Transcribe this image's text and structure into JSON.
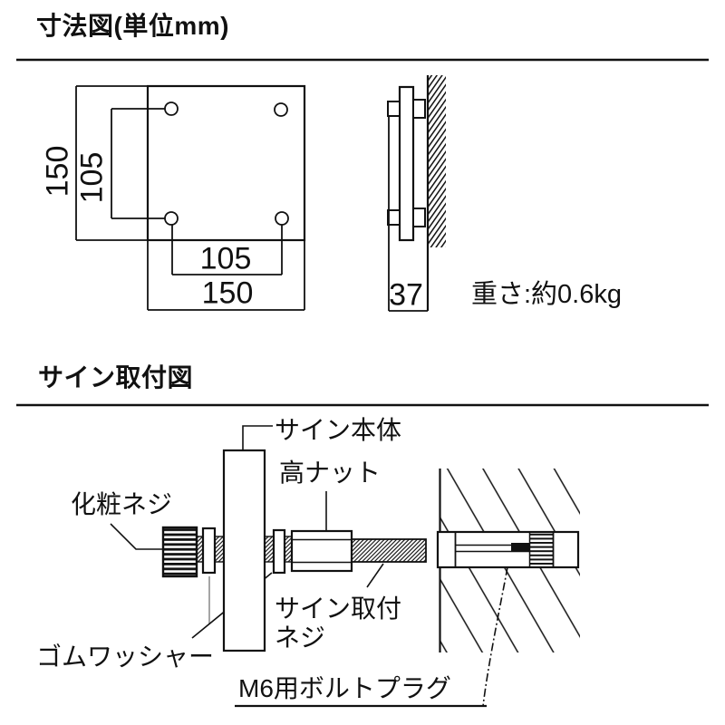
{
  "colors": {
    "ink": "#111111",
    "background": "#ffffff",
    "leader_gray": "#9b9b9b"
  },
  "section1": {
    "title": "寸法図(単位mm)",
    "front_view": {
      "dim_outer_height": "150",
      "dim_inner_height": "105",
      "dim_inner_width": "105",
      "dim_outer_width": "150"
    },
    "side_view": {
      "dim_depth": "37"
    },
    "weight_text": "重さ:約0.6kg"
  },
  "section2": {
    "title": "サイン取付図",
    "labels": {
      "sign_body": "サイン本体",
      "high_nut": "高ナット",
      "decorative_screw": "化粧ネジ",
      "rubber_washer": "ゴムワッシャー",
      "mounting_screw_line1": "サイン取付",
      "mounting_screw_line2": "ネジ",
      "bolt_plug": "M6用ボルトプラグ"
    }
  }
}
